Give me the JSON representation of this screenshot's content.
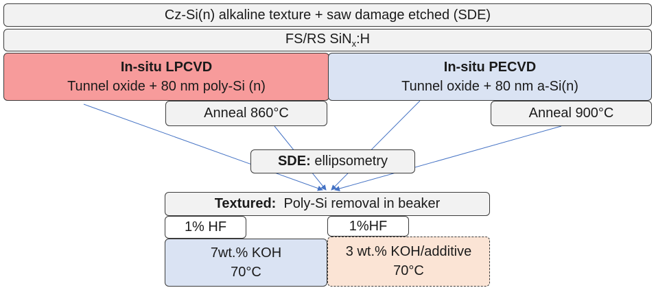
{
  "row1": {
    "text": "Cz-Si(n) alkaline texture + saw damage etched (SDE)"
  },
  "row2": {
    "text_prefix": "FS/RS SiN",
    "text_sub": "x",
    "text_suffix": ":H"
  },
  "lpcvd": {
    "title": "In-situ LPCVD",
    "subtitle": "Tunnel oxide + 80 nm poly-Si (n)"
  },
  "pecvd": {
    "title": "In-situ PECVD",
    "subtitle": "Tunnel oxide + 80 nm a-Si(n)"
  },
  "anneal_left": {
    "text": "Anneal 860°C"
  },
  "anneal_right": {
    "text": "Anneal 900°C"
  },
  "sde": {
    "bold": "SDE:",
    "text": " ellipsometry"
  },
  "textured": {
    "bold": "Textured:",
    "text": "  Poly-Si removal in beaker"
  },
  "hf_left": {
    "text": "1% HF"
  },
  "hf_right": {
    "text": "1%HF"
  },
  "koh_left": {
    "line1": "7wt.% KOH",
    "line2": "70°C"
  },
  "koh_right": {
    "line1": "3 wt.% KOH/additive",
    "line2": "70°C"
  },
  "colors": {
    "red_box": "#f79b9b",
    "blue_box": "#dae3f3",
    "peach_box": "#fbe4d5",
    "gray_box": "#f2f2f2",
    "arrow": "#4472c4"
  }
}
